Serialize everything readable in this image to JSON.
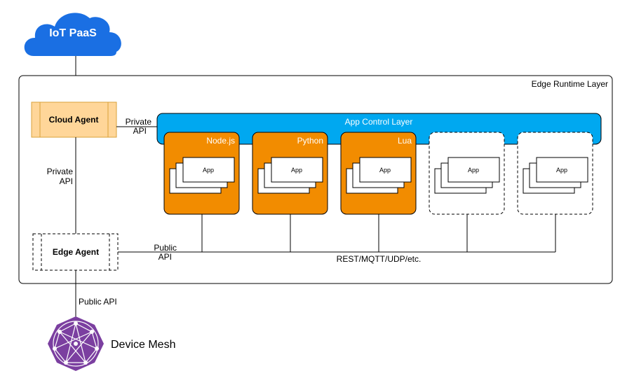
{
  "cloud": {
    "label": "IoT PaaS"
  },
  "runtime": {
    "label": "Edge Runtime Layer"
  },
  "cloud_agent": {
    "label": "Cloud Agent"
  },
  "edge_agent": {
    "label": "Edge Agent"
  },
  "app_control": {
    "label": "App Control Layer"
  },
  "runtimes": [
    {
      "label": "Node.js",
      "style": "orange",
      "app_label": "App"
    },
    {
      "label": "Python",
      "style": "orange",
      "app_label": "App"
    },
    {
      "label": "Lua",
      "style": "orange",
      "app_label": "App"
    },
    {
      "label": "",
      "style": "dashed",
      "app_label": "App"
    },
    {
      "label": "",
      "style": "dashed",
      "app_label": "App"
    }
  ],
  "edges": {
    "private_api_right": {
      "line1": "Private",
      "line2": "API"
    },
    "private_api_down": {
      "line1": "Private",
      "line2": "API"
    },
    "public_api_right": {
      "line1": "Public",
      "line2": "API"
    },
    "bus": "REST/MQTT/UDP/etc.",
    "public_api_bottom": "Public API"
  },
  "device_mesh": {
    "label": "Device Mesh"
  },
  "colors": {
    "cloud": "#1a73e8",
    "control_layer": "#00a8f0",
    "runtime_box": "#f28c00",
    "agent_fill": "#ffd699",
    "agent_stroke": "#d9a13b",
    "mesh": "#7b3fa0"
  }
}
